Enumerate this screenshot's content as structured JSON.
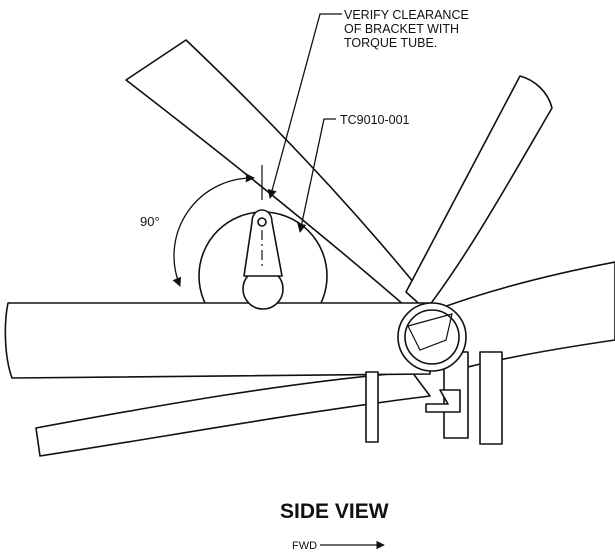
{
  "callouts": {
    "clearance_line1": "VERIFY CLEARANCE",
    "clearance_line2": "OF BRACKET WITH",
    "clearance_line3": "TORQUE TUBE.",
    "part_number": "TC9010-001",
    "angle": "90°"
  },
  "view_title": "SIDE VIEW",
  "direction_label": "FWD"
}
